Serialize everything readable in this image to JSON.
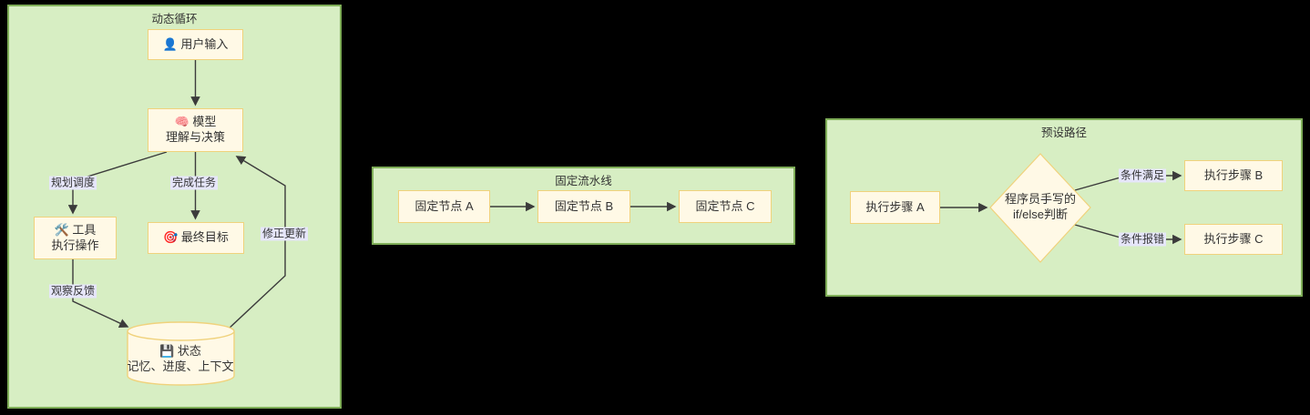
{
  "clusters": [
    {
      "id": "dynamic-loop",
      "title": "动态循环"
    },
    {
      "id": "pipeline",
      "title": "固定流水线"
    },
    {
      "id": "preset-path",
      "title": "预设路径"
    }
  ],
  "nodes": {
    "user_input": {
      "icon": "👤",
      "label": "用户输入"
    },
    "model": {
      "icon": "🧠",
      "line1": "模型",
      "line2": "理解与决策"
    },
    "tools": {
      "icon": "🛠️",
      "line1": "工具",
      "line2": "执行操作"
    },
    "goal": {
      "icon": "🎯",
      "label": "最终目标"
    },
    "state": {
      "icon": "💾",
      "line1": "状态",
      "line2": "记忆、进度、上下文"
    },
    "node_a": {
      "label": "固定节点 A"
    },
    "node_b": {
      "label": "固定节点 B"
    },
    "node_c": {
      "label": "固定节点 C"
    },
    "step_a": {
      "label": "执行步骤 A"
    },
    "decision": {
      "line1": "程序员手写的",
      "line2": "if/else判断"
    },
    "step_b": {
      "label": "执行步骤 B"
    },
    "step_c": {
      "label": "执行步骤 C"
    }
  },
  "edge_labels": {
    "plan": "规划调度",
    "complete": "完成任务",
    "fix": "修正更新",
    "observe": "观察反馈",
    "cond_ok": "条件满足",
    "cond_err": "条件报错"
  },
  "colors": {
    "background": "#000000",
    "cluster_fill": "#d7eec3",
    "cluster_border": "#7fae58",
    "node_fill": "#fff9e6",
    "node_border": "#f0d27c",
    "edge_label_bg": "#e6e6fa",
    "edge_stroke": "#3b3b3b",
    "text": "#333333"
  }
}
